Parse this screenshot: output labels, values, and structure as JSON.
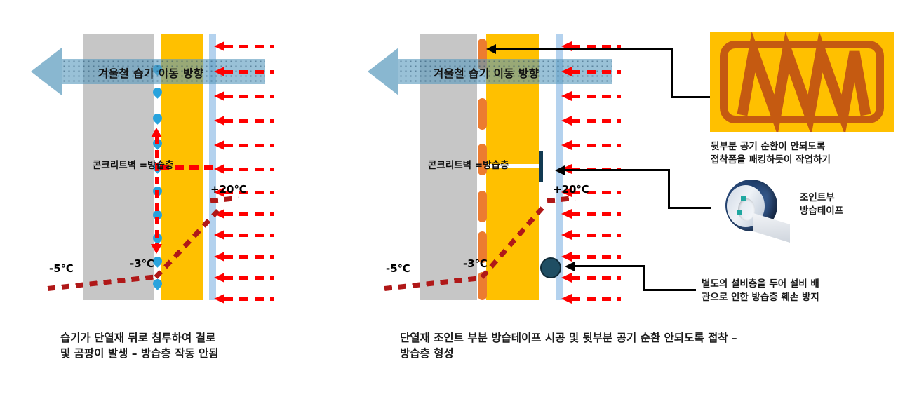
{
  "diagram": {
    "title": "Vapour barrier / insulation joint detail comparison",
    "colors": {
      "concrete": "#c6c6c6",
      "insulation": "#ffc000",
      "service_layer": "#b4d2ee",
      "foam": "#ec7c30",
      "vapour_arrow": "#5b9bbe",
      "heat_arrow": "#ff0000",
      "temp_curve": "#b01818",
      "pipe": "#1f4e63",
      "foam_icon_border": "#c55a11",
      "tape_roll": "#2c4d7e"
    },
    "left": {
      "vapour_band_label": "겨울철 습기 이동 방향",
      "wall_label": "콘크리트벽\n=방습층",
      "temp_outside": "-5℃",
      "temp_interface": "-3℃",
      "temp_inside": "+20℃",
      "caption": "습기가 단열재 뒤로 침투하여 결로\n및 곰팡이 발생 – 방습층 작동 안됨"
    },
    "right": {
      "vapour_band_label": "겨울철 습기 이동 방향",
      "wall_label": "콘크리트벽\n=방습층",
      "temp_outside": "-5℃",
      "temp_interface": "-3℃",
      "temp_inside": "+20℃",
      "caption": "단열재 조인트 부분 방습테이프 시공 및 뒷부분 공기 순환 안되도록 접착 –\n방습층 형성"
    },
    "annotations": {
      "foam": "뒷부분 공기 순환이 안되도록\n접착폼을 패킹하듯이 작업하기",
      "tape": "조인트부\n방습테이프",
      "service": "별도의 설비층을 두어 설비 배\n관으로 인한 방습층 훼손 방지"
    }
  }
}
